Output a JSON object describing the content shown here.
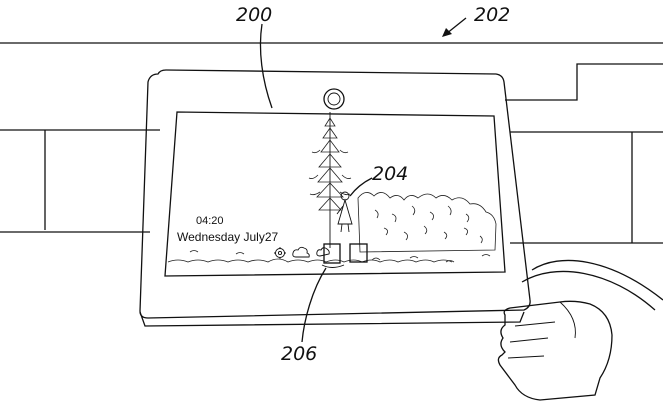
{
  "figure": {
    "labels": {
      "device": "200",
      "environment": "202",
      "person_image": "204",
      "app_bar": "206"
    }
  },
  "screen": {
    "clock_time": "04:20",
    "date_text": "Wednesday July27",
    "app_icons": [
      "gear-icon",
      "cloud-icon",
      "cloud-app-icon",
      "document-icon",
      "square-icon"
    ]
  }
}
